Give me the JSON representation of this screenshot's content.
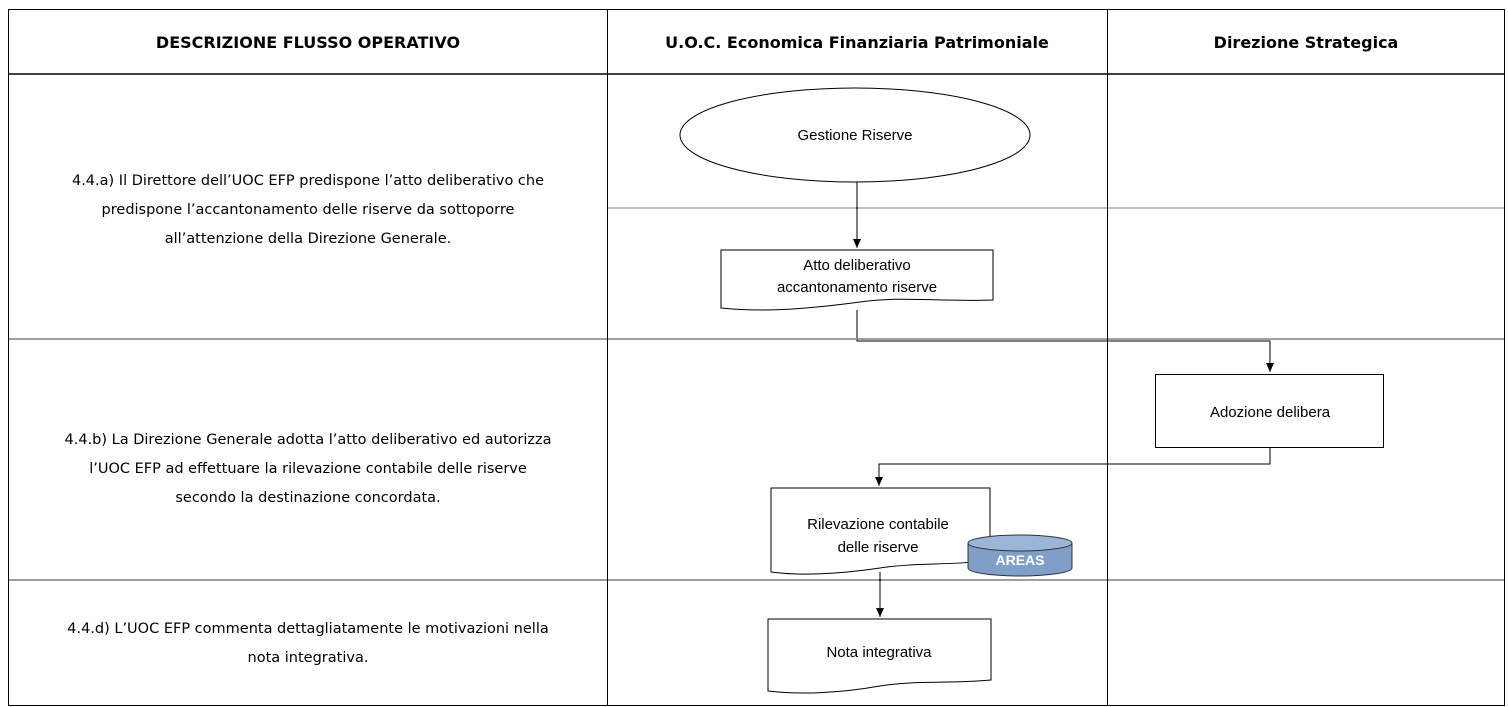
{
  "columns": {
    "description": "DESCRIZIONE FLUSSO OPERATIVO",
    "uoc": "U.O.C. Economica Finanziaria Patrimoniale",
    "direzione": "Direzione Strategica"
  },
  "steps": [
    {
      "lines": [
        "4.4.a) Il Direttore dell’UOC EFP predispone l’atto deliberativo che",
        "predispone l’accantonamento delle riserve da sottoporre",
        "all’attenzione della Direzione Generale."
      ]
    },
    {
      "lines": [
        "4.4.b) La Direzione Generale adotta l’atto deliberativo ed autorizza",
        "l’UOC EFP ad effettuare la rilevazione contabile delle riserve",
        "secondo la destinazione concordata."
      ]
    },
    {
      "lines": [
        "4.4.d) L’UOC EFP commenta dettagliatamente le motivazioni nella",
        "nota integrativa."
      ]
    }
  ],
  "nodes": {
    "gestione_riserve": {
      "label": "Gestione Riserve",
      "shape": "terminator-ellipse"
    },
    "atto_deliberativo": {
      "lines": [
        "Atto deliberativo",
        "accantonamento riserve"
      ],
      "shape": "document"
    },
    "adozione_delibera": {
      "label": "Adozione delibera",
      "shape": "process"
    },
    "rilevazione_contabile": {
      "lines": [
        "Rilevazione contabile",
        "delle riserve"
      ],
      "shape": "document"
    },
    "areas": {
      "label": "AREAS",
      "shape": "database",
      "color": "#7f9fc9"
    },
    "nota_integrativa": {
      "label": "Nota integrativa",
      "shape": "document"
    }
  },
  "edges": [
    {
      "from": "gestione_riserve",
      "to": "atto_deliberativo"
    },
    {
      "from": "atto_deliberativo",
      "to": "adozione_delibera"
    },
    {
      "from": "adozione_delibera",
      "to": "rilevazione_contabile"
    },
    {
      "from": "rilevazione_contabile",
      "to": "nota_integrativa"
    }
  ]
}
